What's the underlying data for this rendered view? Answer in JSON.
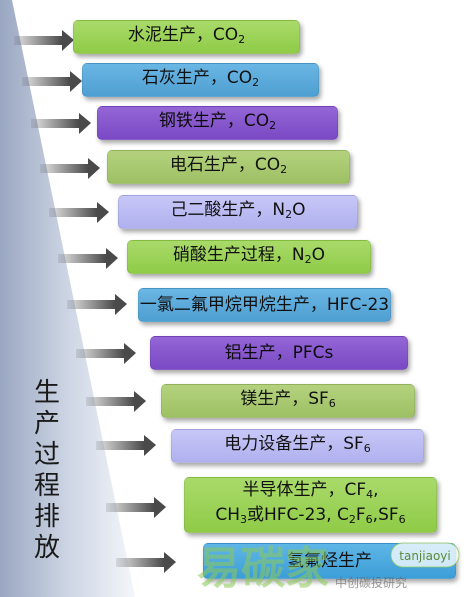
{
  "side_label": [
    "生",
    "产",
    "过",
    "程",
    "排",
    "放"
  ],
  "items": [
    {
      "text": "水泥生产，CO",
      "sub": "2",
      "color": "green"
    },
    {
      "text": "石灰生产，CO",
      "sub": "2",
      "color": "blue"
    },
    {
      "text": "钢铁生产，CO",
      "sub": "2",
      "color": "purple"
    },
    {
      "text": "电石生产，CO",
      "sub": "2",
      "color": "olive"
    },
    {
      "text": "己二酸生产，N",
      "sub": "2",
      "tail": "O",
      "color": "lavender"
    },
    {
      "text": "硝酸生产过程，N",
      "sub": "2",
      "tail": "O",
      "color": "green"
    },
    {
      "text": "一氯二氟甲烷甲烷生产，HFC-23",
      "color": "blue"
    },
    {
      "text": "铝生产，PFCs",
      "color": "purple"
    },
    {
      "text": "镁生产，SF",
      "sub": "6",
      "color": "olive"
    },
    {
      "text": "电力设备生产，SF",
      "sub": "6",
      "color": "lavender"
    },
    {
      "line1": "半导体生产，CF",
      "line1_sub": "4",
      "line1_tail": ",",
      "line2a": "CH",
      "line2a_sub": "3",
      "line2b": "或HFC-23, C",
      "line2b_sub": "2",
      "line2c": "F",
      "line2c_sub": "6",
      "line2d": ",SF",
      "line2d_sub": "6",
      "color": "green"
    },
    {
      "text": "氢氟烃生产",
      "color": "teal"
    }
  ],
  "watermark": {
    "text": "tanjiaoyi",
    "subtext": "中创碳投研究"
  }
}
